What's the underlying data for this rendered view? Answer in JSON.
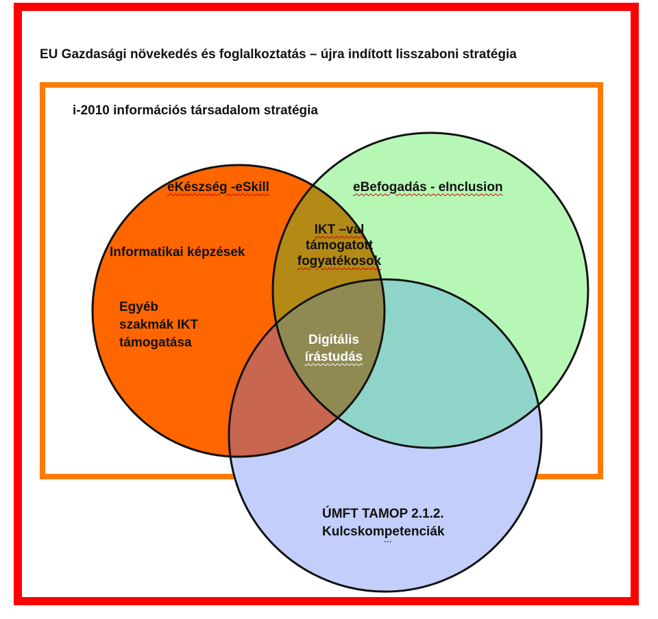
{
  "colors": {
    "outer_frame": "#ff0000",
    "inner_frame": "#ff7a00",
    "eskill": "#ff6600",
    "einclusion": "#b6f7b6",
    "kulcs": "#c3cffa",
    "eskill_einclusion": "#b38a16",
    "eskill_kulcs": "#c9664f",
    "einclusion_kulcs": "#8fd4c8",
    "all_three": "#8f8a52",
    "text": "#111111",
    "spellcheck": "#cc0000",
    "center_text": "#ffffff"
  },
  "outer": {
    "title": "EU Gazdasági növekedés és foglalkoztatás – újra indított lisszaboni stratégia"
  },
  "inner": {
    "title": "i-2010 információs társadalom stratégia"
  },
  "circles": {
    "eskill": {
      "title": "eKészség -eSkill",
      "items": [
        [
          "Informatikai képzések"
        ],
        [
          "Egyéb",
          "szakmák IKT",
          "támogatása"
        ]
      ]
    },
    "einclusion": {
      "title": "eBefogadás - eInclusion"
    },
    "kulcs": {
      "lines": [
        "ÚMFT TAMOP 2.1.2.",
        "Kulcskompetenciák"
      ],
      "cut_line": "..."
    }
  },
  "overlaps": {
    "eskill_einclusion": [
      "IKT –val",
      "támogatott",
      "fogyatékosok"
    ],
    "all_three": [
      "Digitális",
      "írástudás"
    ]
  }
}
